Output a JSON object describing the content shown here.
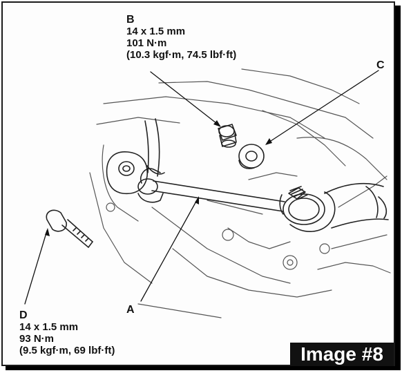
{
  "callouts": {
    "b": {
      "letter": "B",
      "line1": "14 x 1.5 mm",
      "line2": "101 N·m",
      "line3": "(10.3 kgf·m, 74.5 lbf·ft)"
    },
    "c": {
      "letter": "C"
    },
    "a": {
      "letter": "A"
    },
    "d": {
      "letter": "D",
      "line1": "14 x 1.5 mm",
      "line2": "93 N·m",
      "line3": "(9.5 kgf·m, 69 lbf·ft)"
    }
  },
  "badge": {
    "label": "Image #8"
  },
  "colors": {
    "ink": "#111111",
    "paper": "#fdfdfd",
    "badge_bg": "#111111",
    "badge_text": "#ffffff"
  }
}
